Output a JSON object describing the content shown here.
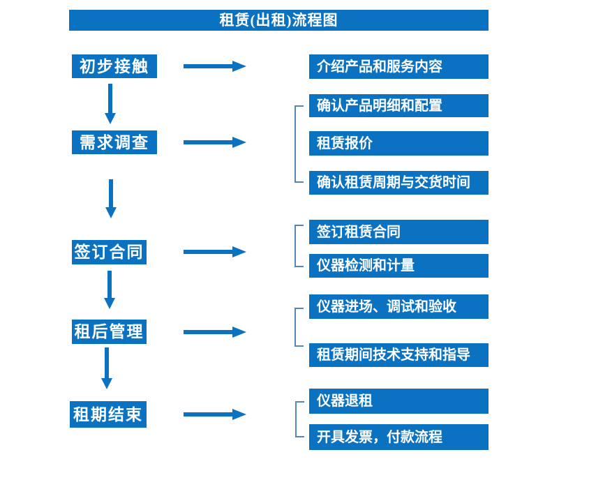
{
  "title": "租赁(出租)流程图",
  "colors": {
    "accent": "#0b71c1",
    "connector": "#5585b5",
    "text_on_accent": "#ffffff",
    "background": "#ffffff"
  },
  "steps": [
    {
      "label": "初步接触"
    },
    {
      "label": "需求调查"
    },
    {
      "label": "签订合同"
    },
    {
      "label": "租后管理"
    },
    {
      "label": "租期结束"
    }
  ],
  "details": [
    {
      "label": "介绍产品和服务内容"
    },
    {
      "label": "确认产品明细和配置"
    },
    {
      "label": "租赁报价"
    },
    {
      "label": "确认租赁周期与交货时间"
    },
    {
      "label": "签订租赁合同"
    },
    {
      "label": "仪器检测和计量"
    },
    {
      "label": "仪器进场、调试和验收"
    },
    {
      "label": "租赁期间技术支持和指导"
    },
    {
      "label": "仪器退租"
    },
    {
      "label": "开具发票，付款流程"
    }
  ]
}
